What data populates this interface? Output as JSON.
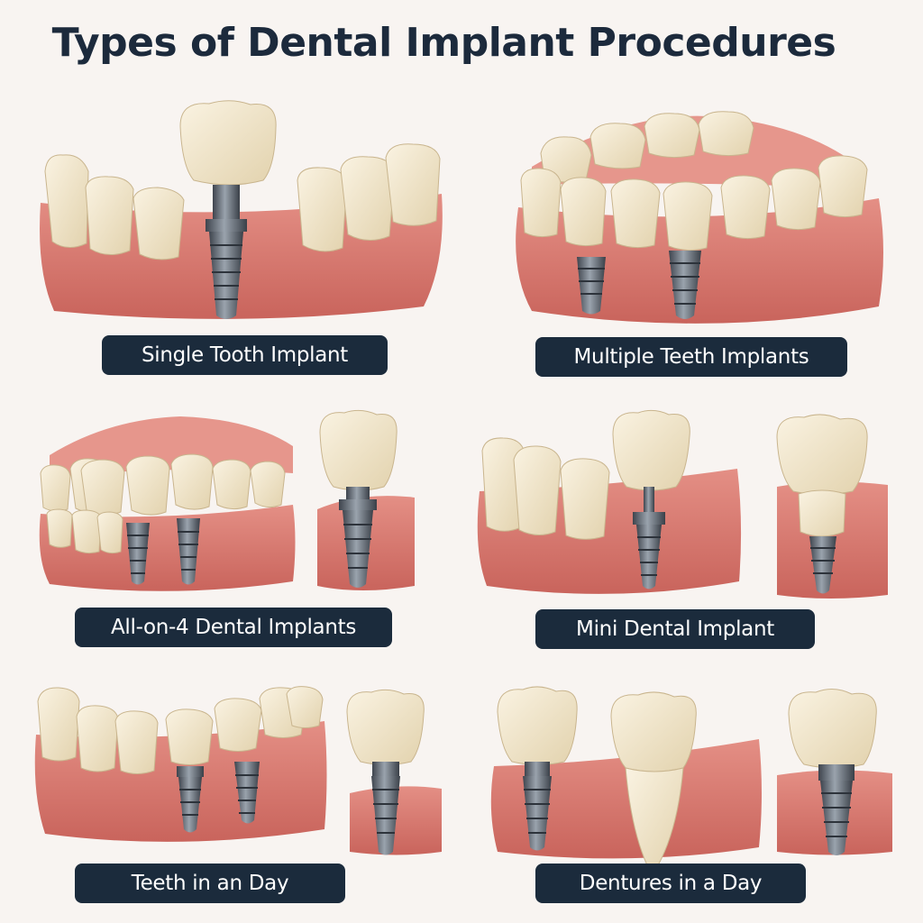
{
  "title": "Types of Dental Implant Procedures",
  "panels": [
    {
      "label": "Single Tooth Implant"
    },
    {
      "label": "Multiple Teeth Implants"
    },
    {
      "label": "All-on-4 Dental Implants"
    },
    {
      "label": "Mini Dental Implant"
    },
    {
      "label": "Teeth in an Day"
    },
    {
      "label": "Dentures in a Day"
    }
  ],
  "colors": {
    "background": "#f8f4f1",
    "gum": "#d9786e",
    "tooth": "#efe3c6",
    "implant": "#5c6470",
    "label_bg": "#1b2b3c",
    "label_text": "#ffffff",
    "title_text": "#1c2a3c"
  }
}
